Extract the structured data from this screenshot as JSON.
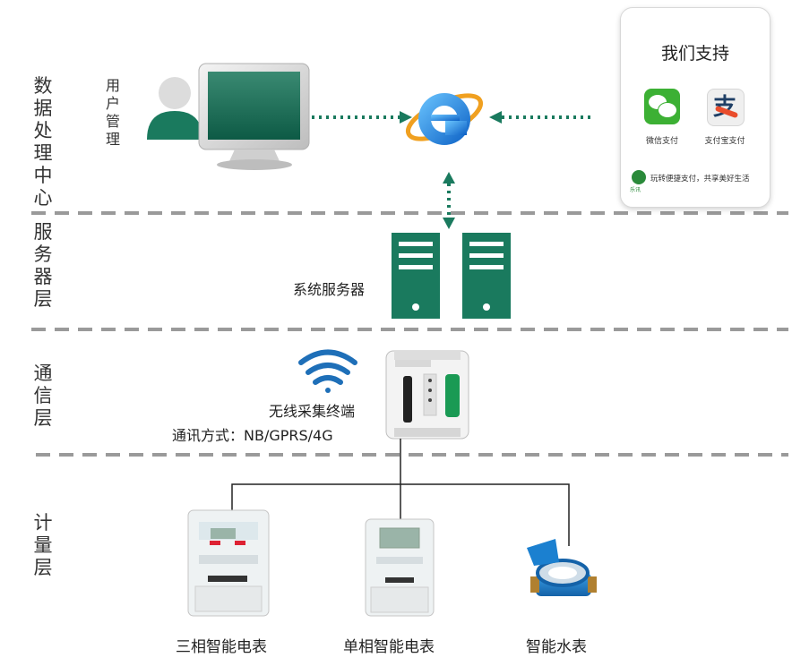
{
  "layers": {
    "data_center": "数据处理中心",
    "server": "服务器层",
    "communication": "通信层",
    "metering": "计量层"
  },
  "user_management": "用户管理",
  "payment": {
    "title": "我们支持",
    "wechat": "微信支付",
    "alipay": "支付宝支付",
    "footer": "玩转便捷支付，共享美好生活",
    "footer_badge": "乐讯"
  },
  "server_label": "系统服务器",
  "terminal_label": "无线采集终端",
  "comm_method": "通讯方式：NB/GPRS/4G",
  "meters": {
    "three_phase": "三相智能电表",
    "single_phase": "单相智能电表",
    "water": "智能水表"
  },
  "colors": {
    "accent_green": "#1a7a5e",
    "wifi_blue": "#1e6fb8",
    "dash_gray": "#9a9a9a"
  }
}
